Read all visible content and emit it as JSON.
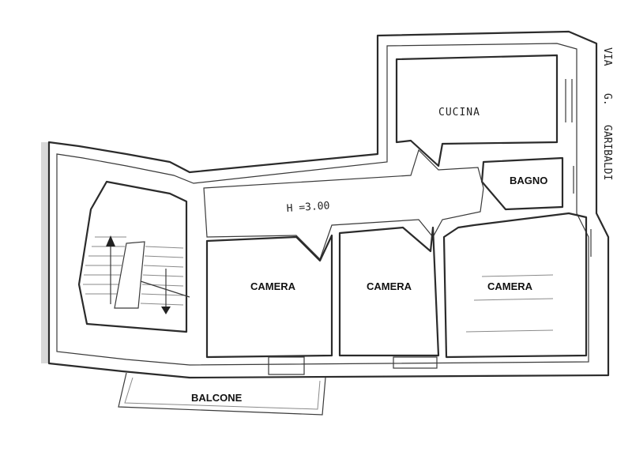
{
  "rooms": {
    "cucina": "CUCINA",
    "bagno": "BAGNO",
    "camera_left": "CAMERA",
    "camera_mid": "CAMERA",
    "camera_right": "CAMERA",
    "balcone": "BALCONE"
  },
  "ceiling_height": "H =3.00",
  "street": {
    "line1": "VIA",
    "line2": "G.",
    "line3": "GARIBALDI"
  }
}
